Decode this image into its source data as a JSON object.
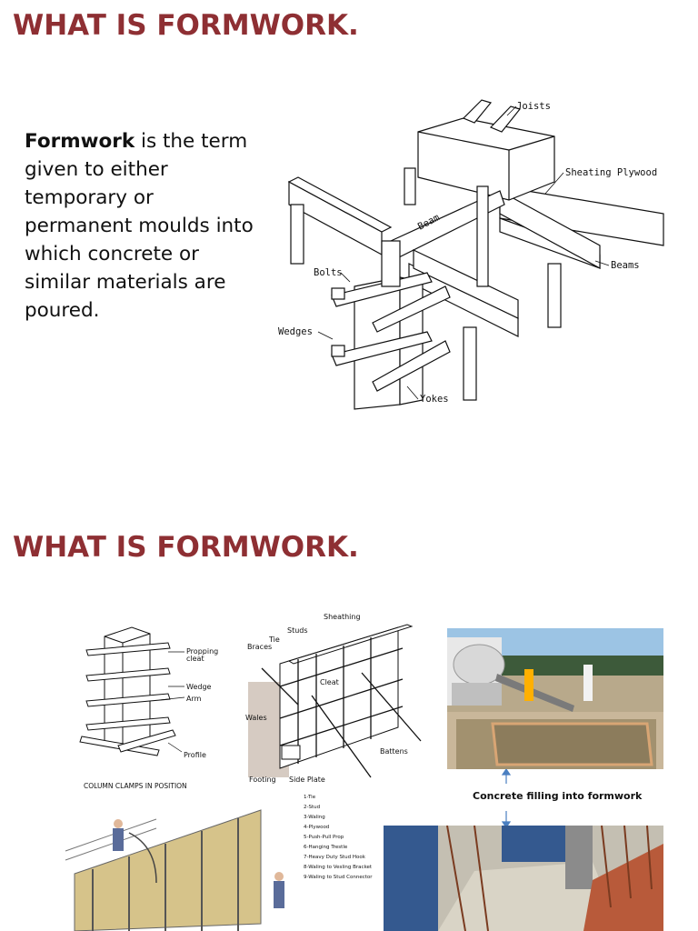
{
  "slide1": {
    "title": "WHAT IS FORMWORK.",
    "term": "Formwork",
    "definition": " is the term given to either temporary or permanent moulds into which concrete or similar materials are poured.",
    "diagram_labels": {
      "joists": "Joists",
      "sheating": "Sheating Plywood",
      "beam": "Beam",
      "beams": "Beams",
      "bolts": "Bolts",
      "wedges": "Wedges",
      "yokes": "Yokes"
    }
  },
  "slide2": {
    "title": "WHAT IS FORMWORK.",
    "column_clamp_labels": {
      "propping_cleat": "Propping cleat",
      "wedge": "Wedge",
      "arm": "Arm",
      "profile": "Profile",
      "caption": "COLUMN CLAMPS IN POSITION"
    },
    "wall_form_labels": {
      "sheathing": "Sheathing",
      "studs": "Studs",
      "tie": "Tie",
      "braces": "Braces",
      "cleat": "Cleat",
      "wales": "Wales",
      "battens": "Battens",
      "footing": "Footing",
      "side_plate": "Side Plate"
    },
    "legend": [
      "1-Tie",
      "2-Stud",
      "3-Waling",
      "4-Plywood",
      "5-Push-Pull Prop",
      "6-Hanging Trestle",
      "7-Heavy Duty Stud Hook",
      "8-Waling to Vesling Bracket",
      "9-Waling to Stud Connector"
    ],
    "photo_caption": "Concrete filling into formwork",
    "colors": {
      "title": "#8e2f33",
      "sky": "#9cc4e4",
      "arrow": "#4a7fc1"
    }
  }
}
